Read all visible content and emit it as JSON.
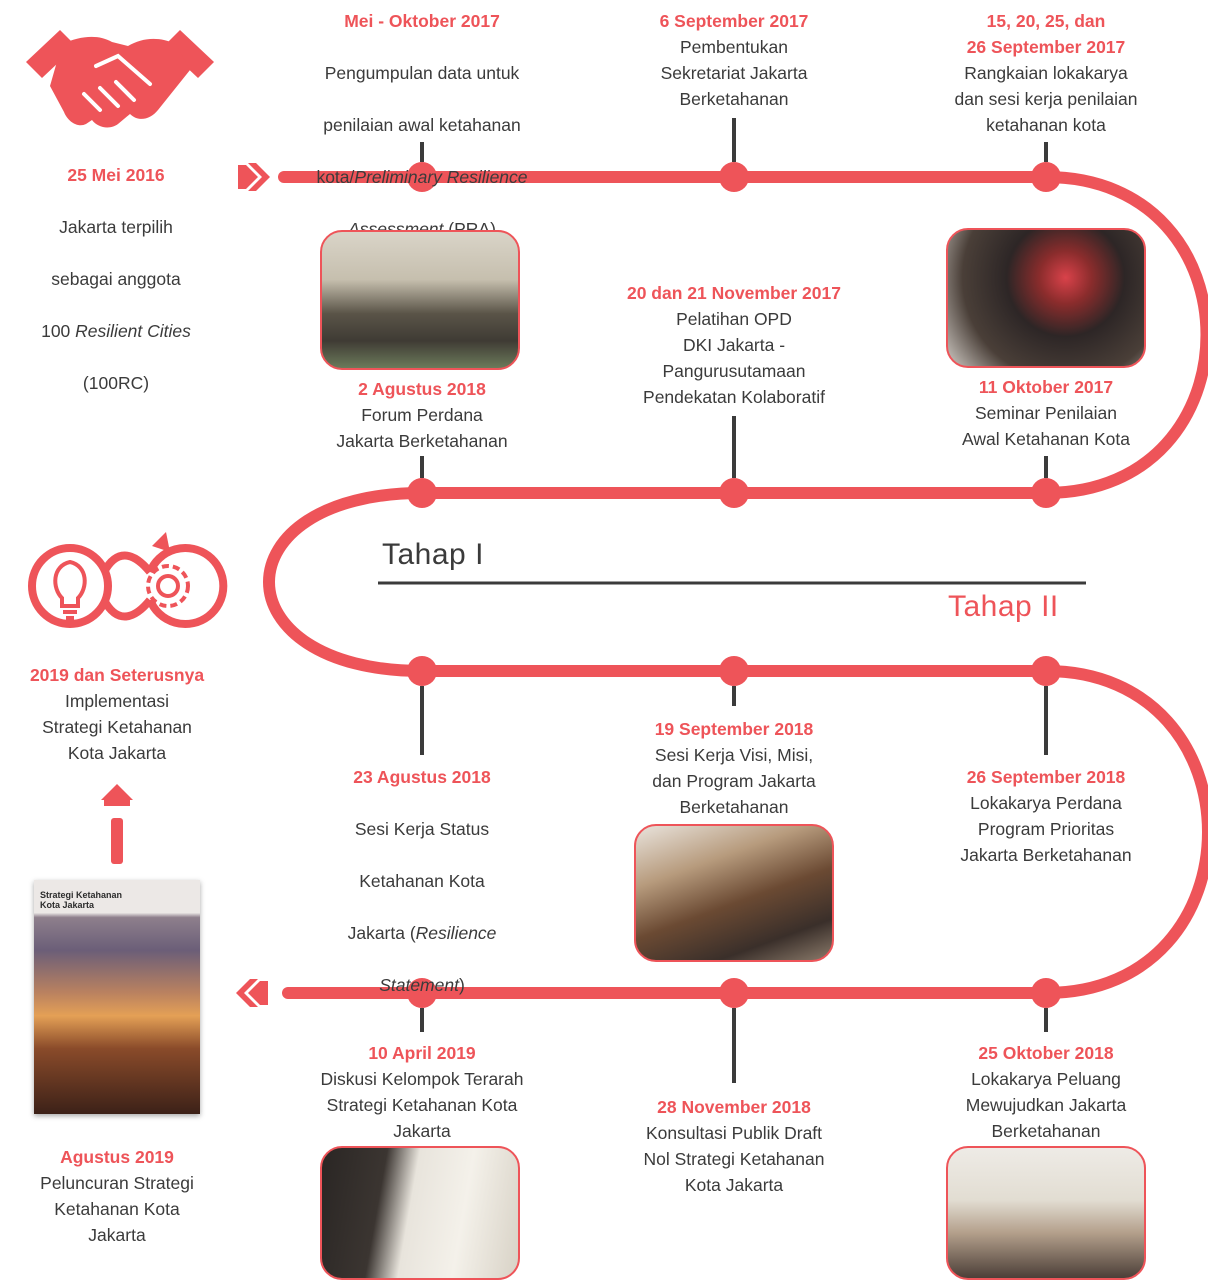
{
  "colors": {
    "accent": "#ee5459",
    "dark": "#3b3b3b"
  },
  "stages": {
    "stage1": "Tahap I",
    "stage2": "Tahap II"
  },
  "events": {
    "start": {
      "date": "25 Mei 2016",
      "line1": "Jakarta terpilih",
      "line2": "sebagai anggota",
      "line3a": "100 ",
      "line3b": "Resilient Cities",
      "line4": "(100RC)"
    },
    "e1": {
      "date": "Mei - Oktober 2017",
      "line1": "Pengumpulan data untuk",
      "line2": "penilaian awal ketahanan",
      "line3a": "kota/",
      "line3b": "Preliminary Resilience",
      "line4a": "Assessment",
      "line4b": " (PRA)"
    },
    "e2": {
      "date": "6 September 2017",
      "desc": "Pembentukan\nSekretariat Jakarta\nBerketahanan"
    },
    "e3": {
      "date": "15, 20, 25, dan\n26 September 2017",
      "desc": "Rangkaian lokakarya\ndan sesi kerja penilaian\nketahanan kota"
    },
    "e4": {
      "date": "11 Oktober 2017",
      "desc": "Seminar Penilaian\nAwal Ketahanan Kota"
    },
    "e5": {
      "date": "20 dan 21 November 2017",
      "desc": "Pelatihan OPD\nDKI Jakarta -\nPangurusutamaan\nPendekatan Kolaboratif"
    },
    "e6": {
      "date": "2 Agustus 2018",
      "desc": "Forum Perdana\nJakarta Berketahanan"
    },
    "e7": {
      "date": "23 Agustus 2018",
      "line1": "Sesi Kerja Status",
      "line2": "Ketahanan Kota",
      "line3a": "Jakarta (",
      "line3b": "Resilience",
      "line4a": "Statement",
      "line4b": ")"
    },
    "e8": {
      "date": "19 September 2018",
      "desc": "Sesi Kerja Visi, Misi,\ndan Program Jakarta\nBerketahanan"
    },
    "e9": {
      "date": "26 September 2018",
      "desc": "Lokakarya Perdana\nProgram Prioritas\nJakarta Berketahanan"
    },
    "e10": {
      "date": "25 Oktober 2018",
      "desc": "Lokakarya Peluang\nMewujudkan Jakarta\nBerketahanan"
    },
    "e11": {
      "date": "28 November 2018",
      "desc": "Konsultasi Publik Draft\nNol Strategi Ketahanan\nKota Jakarta"
    },
    "e12": {
      "date": "10 April 2019",
      "desc": "Diskusi Kelompok Terarah\nStrategi Ketahanan Kota\nJakarta"
    },
    "e13": {
      "date": "Agustus 2019",
      "desc": "Peluncuran Strategi\nKetahanan Kota\nJakarta"
    },
    "e14": {
      "date": "2019 dan Seterusnya",
      "desc": "Implementasi\nStrategi Ketahanan\nKota Jakarta"
    }
  },
  "cover": {
    "title": "Strategi Ketahanan\nKota Jakarta"
  },
  "icons": {
    "start": "handshake-icon",
    "end": "lightbulb-gear-icon"
  }
}
